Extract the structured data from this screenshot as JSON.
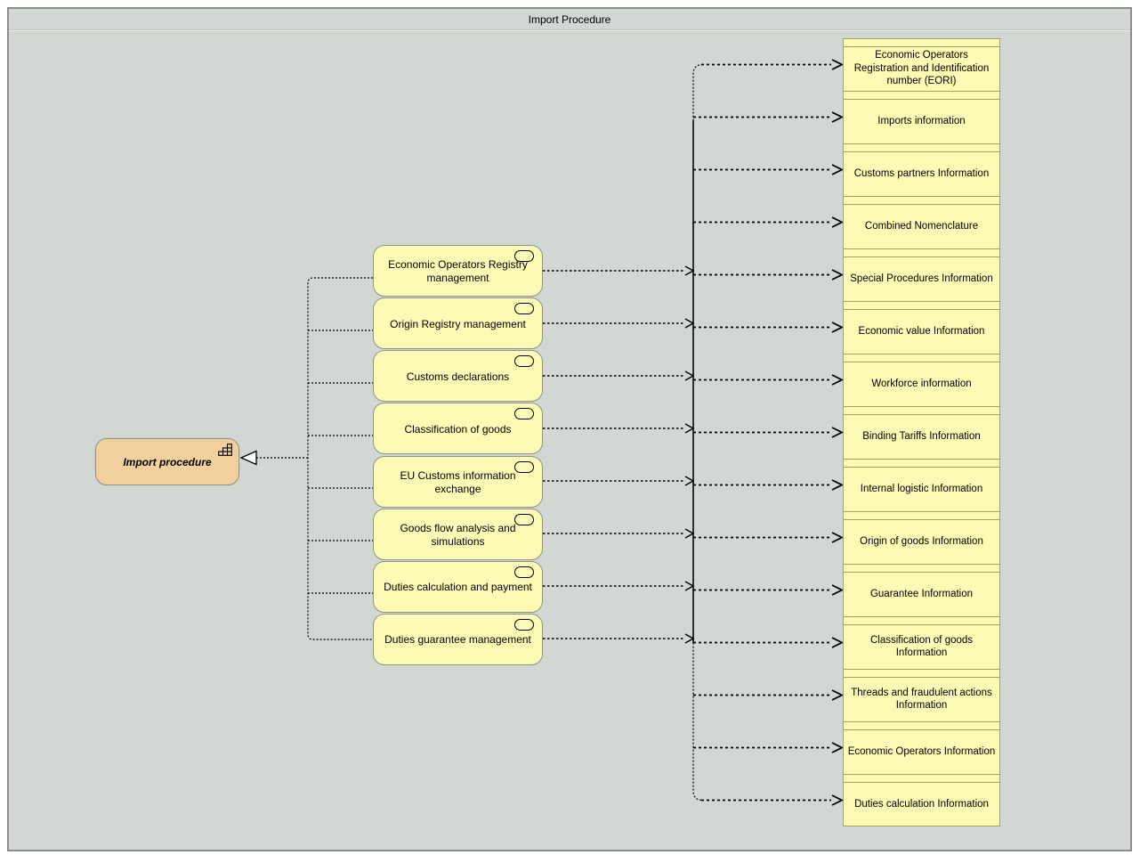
{
  "title": "Import Procedure",
  "process": {
    "label": "Import procedure",
    "icon": "composite-steps-icon"
  },
  "services": [
    {
      "label": "Economic Operators Registry management"
    },
    {
      "label": "Origin Registry management"
    },
    {
      "label": "Customs declarations"
    },
    {
      "label": "Classification of goods"
    },
    {
      "label": "EU Customs information exchange"
    },
    {
      "label": "Goods flow analysis and simulations"
    },
    {
      "label": "Duties calculation and payment"
    },
    {
      "label": "Duties guarantee management"
    }
  ],
  "objects": [
    {
      "label": "Economic Operators Registration and Identification number (EORI)"
    },
    {
      "label": "Imports information"
    },
    {
      "label": "Customs partners Information"
    },
    {
      "label": "Combined Nomenclature"
    },
    {
      "label": "Special Procedures Information"
    },
    {
      "label": "Economic value Information"
    },
    {
      "label": "Workforce information"
    },
    {
      "label": "Binding Tariffs Information"
    },
    {
      "label": "Internal logistic Information"
    },
    {
      "label": "Origin of goods Information"
    },
    {
      "label": "Guarantee Information"
    },
    {
      "label": "Classification of goods Information"
    },
    {
      "label": "Threads and fraudulent actions Information"
    },
    {
      "label": "Economic Operators Information"
    },
    {
      "label": "Duties calculation Information"
    }
  ],
  "colors": {
    "canvas": "#d2d7d3",
    "frame-border": "#8a8f8a",
    "title-line": "#c3c8c3",
    "service-fill": "#fbfbb6",
    "service-border": "#8f9486",
    "object-fill": "#fbfbb6",
    "object-border": "#a2a45e",
    "process-fill": "#f2d09e",
    "process-border": "#8f9486",
    "connector": "#000000"
  }
}
